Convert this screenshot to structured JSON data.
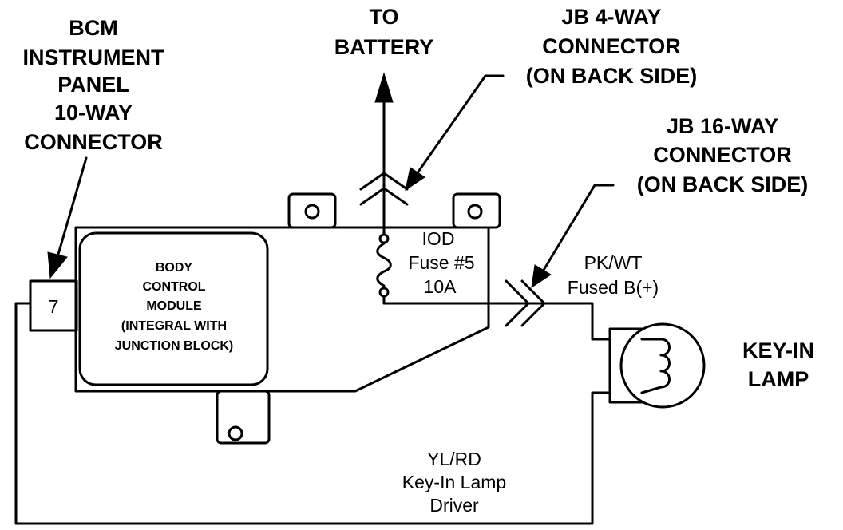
{
  "labels": {
    "bcm_connector": [
      "BCM",
      "INSTRUMENT",
      "PANEL",
      "10-WAY",
      "CONNECTOR"
    ],
    "battery": [
      "TO",
      "BATTERY"
    ],
    "jb4": [
      "JB 4-WAY",
      "CONNECTOR",
      "(ON BACK SIDE)"
    ],
    "jb16": [
      "JB 16-WAY",
      "CONNECTOR",
      "(ON BACK SIDE)"
    ],
    "bcm_body": [
      "BODY",
      "CONTROL",
      "MODULE",
      "(INTEGRAL WITH",
      "JUNCTION BLOCK)"
    ],
    "fuse": [
      "IOD",
      "Fuse #5",
      "10A"
    ],
    "pk_wire": [
      "PK/WT",
      "Fused B(+)"
    ],
    "lamp": [
      "KEY-IN",
      "LAMP"
    ],
    "yl_wire": [
      "YL/RD",
      "Key-In Lamp",
      "Driver"
    ],
    "pin": "7"
  }
}
